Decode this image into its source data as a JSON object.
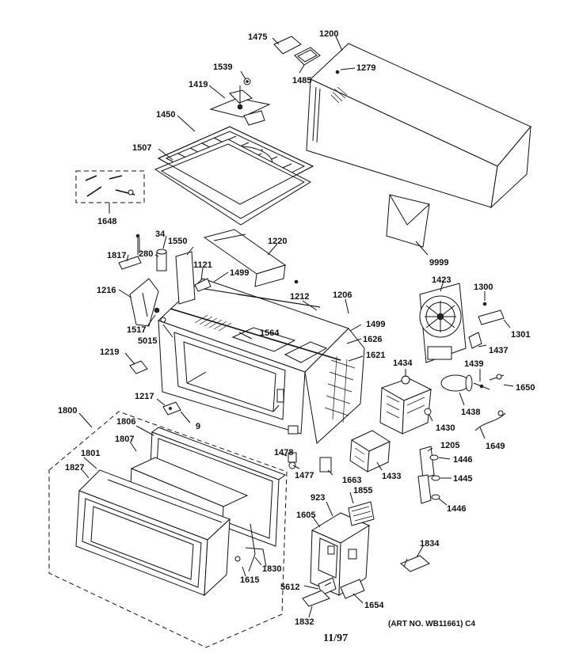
{
  "header": {
    "crop_text": ""
  },
  "parts": [
    {
      "id": "p1475",
      "number": "1475"
    },
    {
      "id": "p1200",
      "number": "1200"
    },
    {
      "id": "p1279",
      "number": "1279"
    },
    {
      "id": "p1539",
      "number": "1539"
    },
    {
      "id": "p1485",
      "number": "1485"
    },
    {
      "id": "p1419",
      "number": "1419"
    },
    {
      "id": "p1450",
      "number": "1450"
    },
    {
      "id": "p1507",
      "number": "1507"
    },
    {
      "id": "p1648",
      "number": "1648"
    },
    {
      "id": "p9999",
      "number": "9999"
    },
    {
      "id": "p34",
      "number": "34"
    },
    {
      "id": "p1550",
      "number": "1550"
    },
    {
      "id": "p1220",
      "number": "1220"
    },
    {
      "id": "p1817",
      "number": "1817"
    },
    {
      "id": "p280",
      "number": "280"
    },
    {
      "id": "p1121",
      "number": "1121"
    },
    {
      "id": "p1499a",
      "number": "1499"
    },
    {
      "id": "p1216",
      "number": "1216"
    },
    {
      "id": "p1212",
      "number": "1212"
    },
    {
      "id": "p1206",
      "number": "1206"
    },
    {
      "id": "p1423",
      "number": "1423"
    },
    {
      "id": "p1300",
      "number": "1300"
    },
    {
      "id": "p1301",
      "number": "1301"
    },
    {
      "id": "p1517",
      "number": "1517"
    },
    {
      "id": "p5015",
      "number": "5015"
    },
    {
      "id": "p1564",
      "number": "1564"
    },
    {
      "id": "p1499b",
      "number": "1499"
    },
    {
      "id": "p1626",
      "number": "1626"
    },
    {
      "id": "p1437",
      "number": "1437"
    },
    {
      "id": "p1621",
      "number": "1621"
    },
    {
      "id": "p1219",
      "number": "1219"
    },
    {
      "id": "p1434",
      "number": "1434"
    },
    {
      "id": "p1439",
      "number": "1439"
    },
    {
      "id": "p1650",
      "number": "1650"
    },
    {
      "id": "p1217",
      "number": "1217"
    },
    {
      "id": "p1438",
      "number": "1438"
    },
    {
      "id": "p1800",
      "number": "1800"
    },
    {
      "id": "p9",
      "number": "9"
    },
    {
      "id": "p1430",
      "number": "1430"
    },
    {
      "id": "p1806",
      "number": "1806"
    },
    {
      "id": "p1649",
      "number": "1649"
    },
    {
      "id": "p1807",
      "number": "1807"
    },
    {
      "id": "p1205",
      "number": "1205"
    },
    {
      "id": "p1478",
      "number": "1478"
    },
    {
      "id": "p1801",
      "number": "1801"
    },
    {
      "id": "p1446a",
      "number": "1446"
    },
    {
      "id": "p1827",
      "number": "1827"
    },
    {
      "id": "p1477",
      "number": "1477"
    },
    {
      "id": "p1663",
      "number": "1663"
    },
    {
      "id": "p1433",
      "number": "1433"
    },
    {
      "id": "p1445",
      "number": "1445"
    },
    {
      "id": "p923",
      "number": "923"
    },
    {
      "id": "p1855",
      "number": "1855"
    },
    {
      "id": "p1446b",
      "number": "1446"
    },
    {
      "id": "p1605",
      "number": "1605"
    },
    {
      "id": "p1834",
      "number": "1834"
    },
    {
      "id": "p1830",
      "number": "1830"
    },
    {
      "id": "p1615",
      "number": "1615"
    },
    {
      "id": "p5612",
      "number": "5612"
    },
    {
      "id": "p1654",
      "number": "1654"
    },
    {
      "id": "p1832",
      "number": "1832"
    }
  ],
  "footer": {
    "date": "11/97",
    "art_number": "(ART NO. WB11661) C4"
  }
}
